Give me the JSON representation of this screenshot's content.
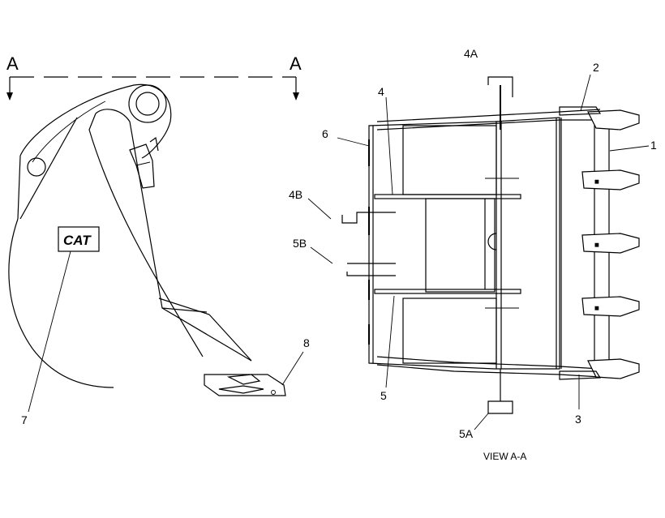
{
  "section_marks": {
    "left": "A",
    "right": "A"
  },
  "callouts": {
    "c1": "1",
    "c2": "2",
    "c3": "3",
    "c4": "4",
    "c4a": "4A",
    "c4b": "4B",
    "c5": "5",
    "c5a": "5A",
    "c5b": "5B",
    "c6": "6",
    "c7": "7",
    "c8": "8"
  },
  "logo_text": "CAT",
  "view_caption": "VIEW A-A"
}
